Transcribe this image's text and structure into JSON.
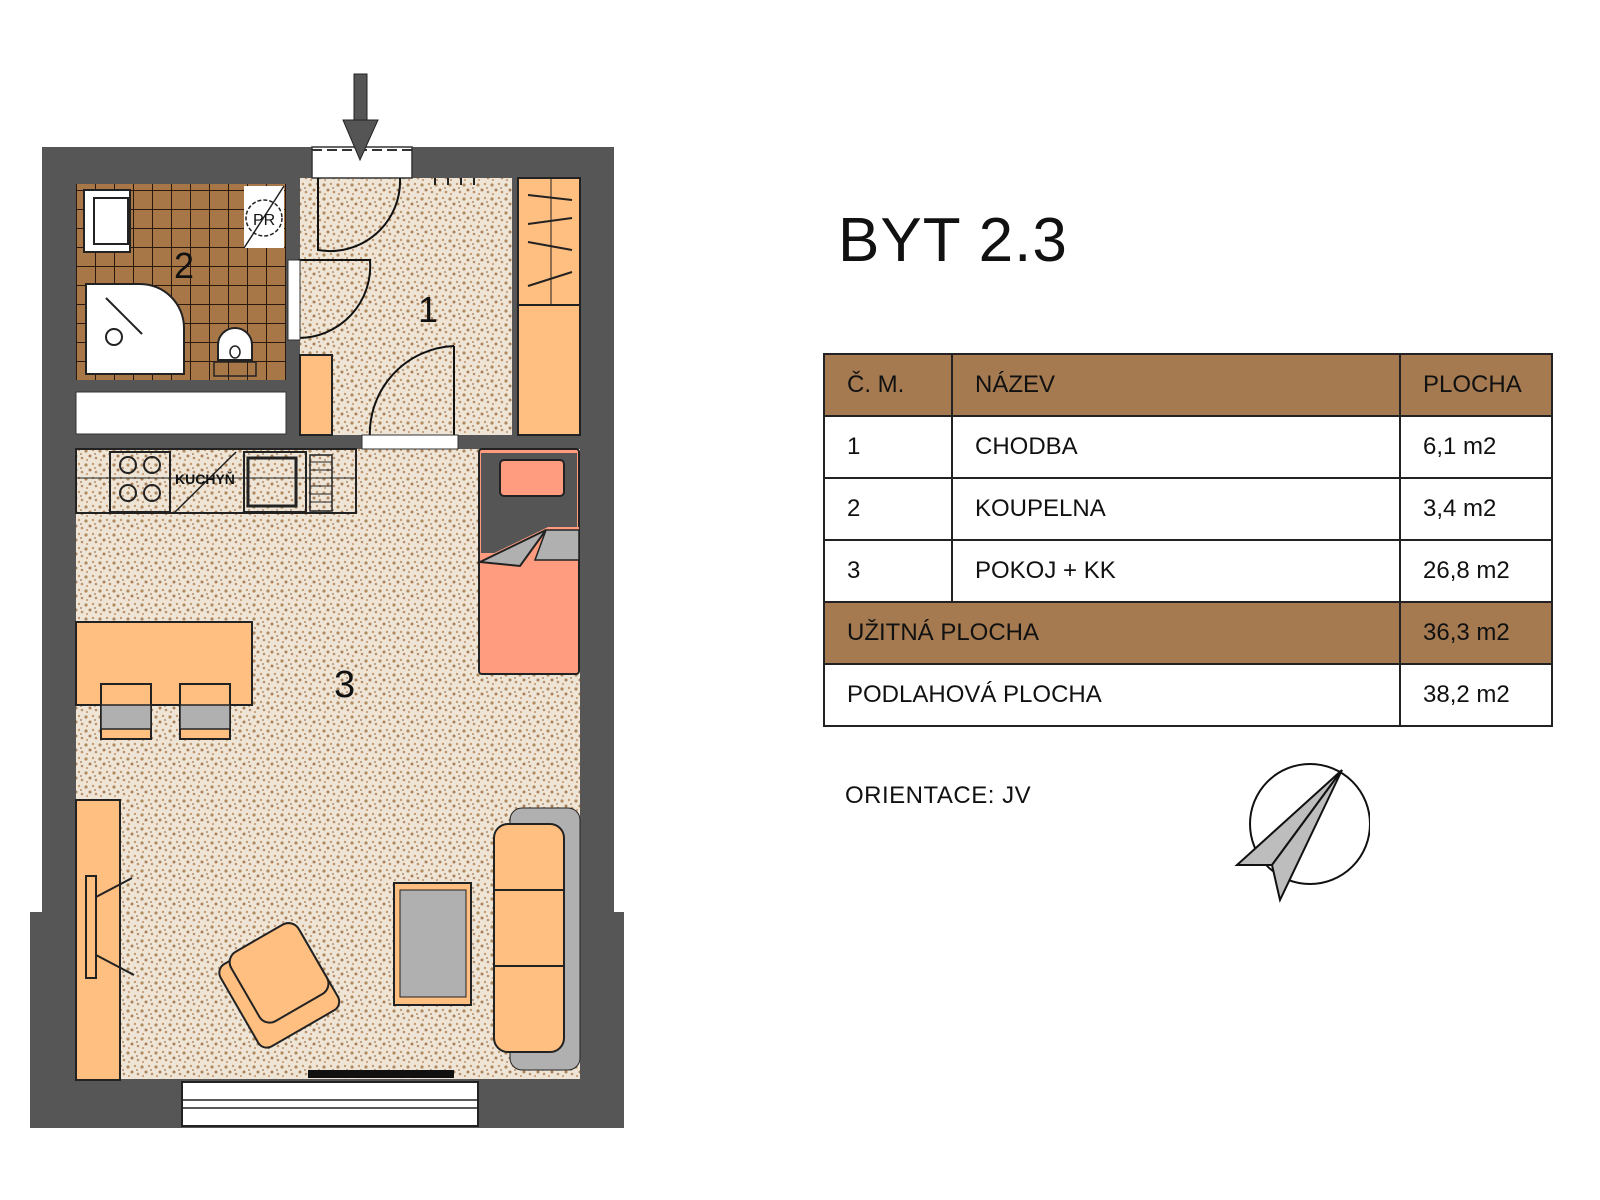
{
  "title": "BYT 2.3",
  "plan": {
    "entrance_arrow": "arrow-down-icon",
    "rooms": [
      {
        "number": "1",
        "name": "CHODBA"
      },
      {
        "number": "2",
        "name": "KOUPELNA"
      },
      {
        "number": "3",
        "name": "POKOJ + KK"
      }
    ],
    "labels": {
      "room1": "1",
      "room2": "2",
      "room3": "3",
      "kitchen_tag": "KUCHYŇ",
      "bathroom_tag": "PR"
    },
    "colors": {
      "wall": "#555555",
      "floor": "#e8dccb",
      "tile": "#a57545",
      "furniture": "#ffbf80",
      "bed": "#ff9c80",
      "grey": "#b0b0b0"
    }
  },
  "table": {
    "headers": [
      "Č. M.",
      "NÁZEV",
      "PLOCHA"
    ],
    "rows": [
      [
        "1",
        "CHODBA",
        "6,1 m2"
      ],
      [
        "2",
        "KOUPELNA",
        "3,4 m2"
      ],
      [
        "3",
        "POKOJ + KK",
        "26,8 m2"
      ]
    ],
    "usable_label": "UŽITNÁ PLOCHA",
    "usable_value": "36,3 m2",
    "floor_label": "PODLAHOVÁ PLOCHA",
    "floor_value": "38,2 m2",
    "header_color": "#a57a50"
  },
  "orientation": {
    "label": "ORIENTACE: JV",
    "icon": "compass-icon"
  }
}
